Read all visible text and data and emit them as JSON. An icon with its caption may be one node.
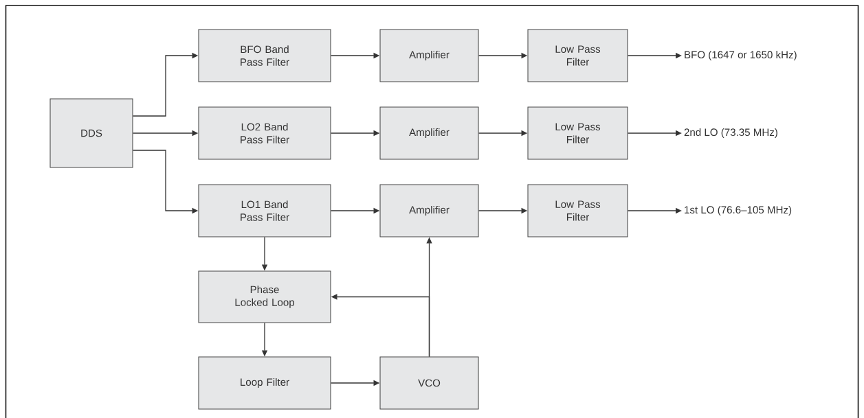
{
  "diagram": {
    "nodes": [
      {
        "text": [
          "DDS"
        ]
      },
      {
        "text": [
          "BFO Band Pass Filter"
        ]
      },
      {
        "text": [
          "Amplifier"
        ]
      },
      {
        "text": [
          "Low Pass Filter"
        ]
      },
      {
        "text": [
          "BFO (1647 or 1650 kHz)"
        ]
      },
      {
        "text": [
          "LO2 Band Pass Filter"
        ]
      },
      {
        "text": [
          "Amplifier"
        ]
      },
      {
        "text": [
          "Low Pass Filter"
        ]
      },
      {
        "text": [
          "2nd LO (73.35 MHz)"
        ]
      },
      {
        "text": [
          "LO1 Band Pass Filter"
        ]
      },
      {
        "text": [
          "Amplifier"
        ]
      },
      {
        "text": [
          "Low Pass Filter"
        ]
      },
      {
        "text": [
          "1st LO (76.6–105 MHz)"
        ]
      },
      {
        "text": [
          "Phase Locked Loop"
        ]
      },
      {
        "text": [
          "Loop Filter"
        ]
      },
      {
        "text": [
          "VCO"
        ]
      }
    ],
    "edges": [
      {
        "from": 0,
        "to": 1,
        "arrow": "to"
      },
      {
        "from": 0,
        "to": 5,
        "arrow": "to"
      },
      {
        "from": 0,
        "to": 9,
        "arrow": "to"
      },
      {
        "from": 1,
        "to": 2,
        "arrow": "to"
      },
      {
        "from": 2,
        "to": 3,
        "arrow": "to"
      },
      {
        "from": 3,
        "to": 4,
        "arrow": "to"
      },
      {
        "from": 5,
        "to": 6,
        "arrow": "to"
      },
      {
        "from": 6,
        "to": 7,
        "arrow": "to"
      },
      {
        "from": 7,
        "to": 8,
        "arrow": "to"
      },
      {
        "from": 9,
        "to": 10,
        "arrow": "to"
      },
      {
        "from": 10,
        "to": 11,
        "arrow": "to"
      },
      {
        "from": 11,
        "to": 12,
        "arrow": "to"
      },
      {
        "from": 9,
        "to": 13,
        "arrow": "to"
      },
      {
        "from": 13,
        "to": 14,
        "arrow": "to"
      },
      {
        "from": 14,
        "to": 15,
        "arrow": "to"
      },
      {
        "from": 15,
        "to": 10,
        "arrow": "to"
      },
      {
        "from": 15,
        "to": 13,
        "arrow": "to"
      }
    ]
  }
}
